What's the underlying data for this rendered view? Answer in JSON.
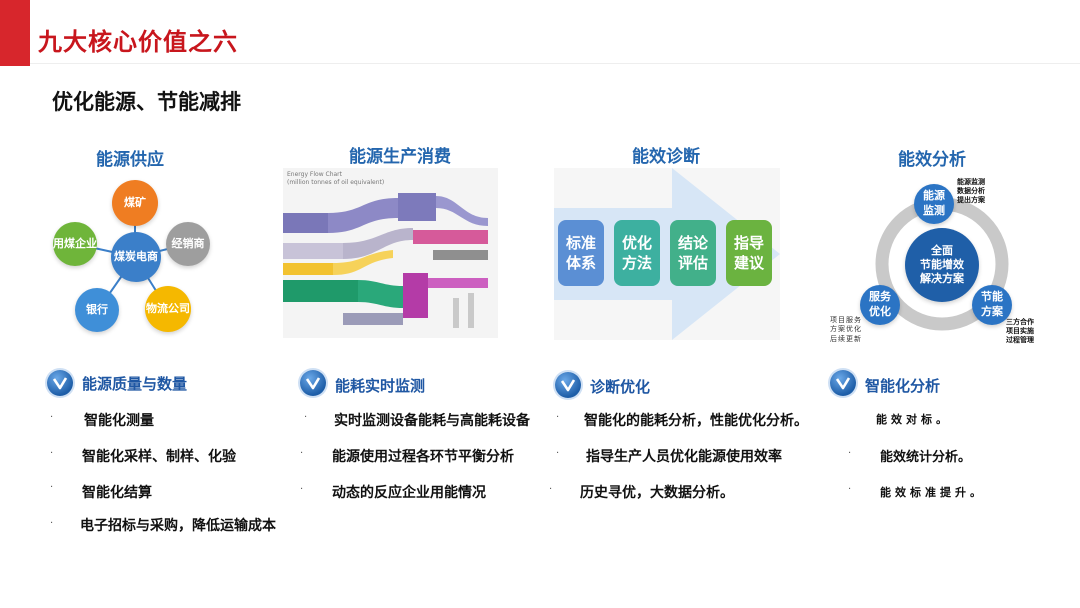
{
  "header": {
    "title": "九大核心价值之六",
    "subtitle": "优化能源、节能减排"
  },
  "sections": [
    {
      "title": "能源供应"
    },
    {
      "title": "能源生产消费"
    },
    {
      "title": "能效诊断"
    },
    {
      "title": "能效分析"
    }
  ],
  "supply_diagram": {
    "center": "煤炭电商",
    "nodes": [
      "煤矿",
      "经销商",
      "物流公司",
      "银行",
      "用煤企业"
    ],
    "colors": {
      "center": "#3b7fc9",
      "coal": "#ef7d22",
      "dealer": "#9e9e9e",
      "logistics": "#f5b800",
      "bank": "#3f8fd8",
      "user": "#6fb53a"
    }
  },
  "sankey": {
    "title": "Energy Flow Chart",
    "subtitle": "(million tonnes of oil equivalent)"
  },
  "diagnosis_steps": [
    "标准体系",
    "优化方法",
    "结论评估",
    "指导建议"
  ],
  "analysis_cycle": {
    "center": [
      "全面",
      "节能增效",
      "解决方案"
    ],
    "nodes": [
      "能源监测",
      "节能方案",
      "服务优化"
    ],
    "notes": {
      "monitor": [
        "能源监测",
        "数据分析",
        "提出方案"
      ],
      "plan": [
        "三方合作",
        "项目实施",
        "过程管理"
      ],
      "service": [
        "项目服务",
        "方案优化",
        "后续更新"
      ]
    }
  },
  "features": [
    {
      "title": "能源质量与数量",
      "items": [
        "智能化测量",
        "智能化采样、制样、化验",
        "智能化结算",
        "电子招标与采购，降低运输成本"
      ]
    },
    {
      "title": "能耗实时监测",
      "items": [
        "实时监测设备能耗与高能耗设备",
        "能源使用过程各环节平衡分析",
        "动态的反应企业用能情况"
      ]
    },
    {
      "title": "诊断优化",
      "items": [
        "智能化的能耗分析，性能优化分析。",
        "指导生产人员优化能源使用效率",
        "历史寻优，大数据分析。"
      ]
    },
    {
      "title": "智能化分析",
      "items": [
        "能效对标。",
        "能效统计分析。",
        "能效标准提升。"
      ]
    }
  ],
  "bullet": "·",
  "colors": {
    "brand_red": "#d7262c",
    "title_red": "#c8161d",
    "section_blue": "#2466ae"
  }
}
